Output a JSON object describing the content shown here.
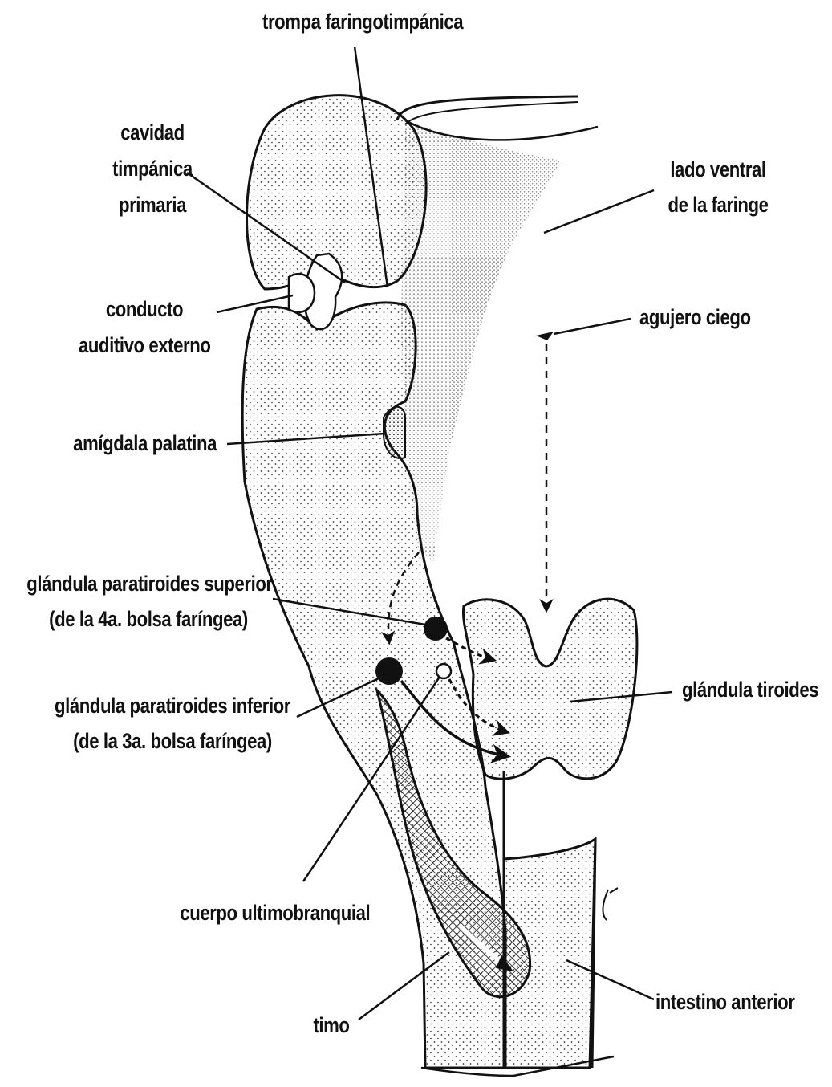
{
  "labels": {
    "trompa": "trompa faringotimpánica",
    "cavidad": [
      "cavidad",
      "timpánica",
      "primaria"
    ],
    "lado_ventral": [
      "lado ventral",
      "de la faringe"
    ],
    "conducto": [
      "conducto",
      "auditivo externo"
    ],
    "agujero": "agujero ciego",
    "amigdala": "amígdala palatina",
    "paratiroides_superior": [
      "glándula paratiroides superior",
      "(de la 4a. bolsa faríngea)"
    ],
    "tiroides": "glándula tiroides",
    "paratiroides_inferior": [
      "glándula paratiroides inferior",
      "(de la 3a. bolsa faríngea)"
    ],
    "ultimobranquial": "cuerpo ultimobranquial",
    "intestino": "intestino anterior",
    "timo": "timo"
  },
  "colors": {
    "ink": "#111111",
    "stipple": "#333333",
    "background": "#ffffff"
  }
}
